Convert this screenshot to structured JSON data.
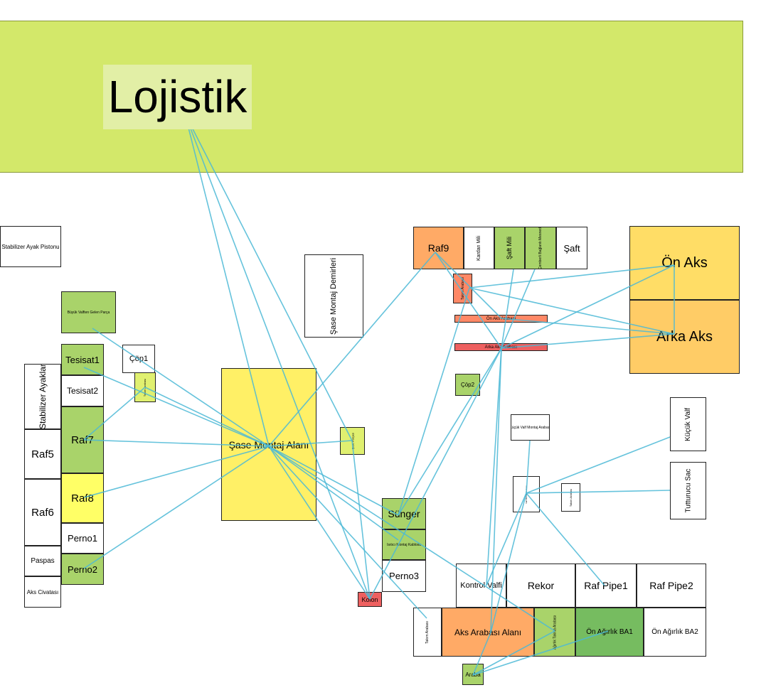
{
  "colors": {
    "lojistik_zone": "#d3e86a",
    "yellow": "#fff066",
    "bright_yellow": "#ffff66",
    "lime": "#e0f070",
    "green": "#a9d36a",
    "dark_green": "#76bc60",
    "orange": "#ffaa66",
    "light_orange": "#ffdd66",
    "salmon": "#ff8866",
    "red": "#ee6060",
    "link": "#4bb8d6"
  },
  "zone": {
    "title": "Lojistik"
  },
  "boxes": [
    {
      "id": "stabilizer-ayak-pistonu",
      "label": "Stabilizer Ayak Pistonu"
    },
    {
      "id": "buyuk-valften-gelen-parca",
      "label": "Büyük Valften Gelen Parça"
    },
    {
      "id": "tesisat1",
      "label": "Tesisat1"
    },
    {
      "id": "tesisat2",
      "label": "Tesisat2"
    },
    {
      "id": "stabilizer-ayaklar",
      "label": "Stabilizer Ayaklar"
    },
    {
      "id": "raf7",
      "label": "Raf7"
    },
    {
      "id": "raf5",
      "label": "Raf5"
    },
    {
      "id": "raf8",
      "label": "Raf8"
    },
    {
      "id": "raf6",
      "label": "Raf6"
    },
    {
      "id": "perno1",
      "label": "Perno1"
    },
    {
      "id": "paspas",
      "label": "Paspas"
    },
    {
      "id": "perno2",
      "label": "Perno2"
    },
    {
      "id": "aks-civatasi",
      "label": "Aks Civatası"
    },
    {
      "id": "cop1",
      "label": "Çöp1"
    },
    {
      "id": "takim-arabasi-left",
      "label": "Takım Arabası"
    },
    {
      "id": "sase-montaj-alani",
      "label": "Şase Montaj Alanı"
    },
    {
      "id": "sase-montaj-demirleri",
      "label": "Şase Montaj Demirleri"
    },
    {
      "id": "sase-parcasi",
      "label": "Şase Parçası"
    },
    {
      "id": "sunger",
      "label": "Sünger"
    },
    {
      "id": "isitici-montaj-kablosu",
      "label": "Isıtıcı Montaj Kablosu"
    },
    {
      "id": "perno3",
      "label": "Perno3"
    },
    {
      "id": "kolon",
      "label": "Kolon"
    },
    {
      "id": "raf9",
      "label": "Raf9"
    },
    {
      "id": "kardan-mili",
      "label": "Kardan Mili"
    },
    {
      "id": "saft-mili",
      "label": "Şaft Mili"
    },
    {
      "id": "cemberli-baglanti",
      "label": "Çemberli Bağlantı Mesnedi"
    },
    {
      "id": "saft",
      "label": "Şaft"
    },
    {
      "id": "takim-arabasi-top",
      "label": "Takım Arabası"
    },
    {
      "id": "on-aks-arabasi",
      "label": "Ön Aks Arabası"
    },
    {
      "id": "arka-aks-arabasi",
      "label": "Arka Aks Arabası"
    },
    {
      "id": "cop2",
      "label": "Çöp2"
    },
    {
      "id": "on-aks",
      "label": "Ön Aks"
    },
    {
      "id": "arka-aks",
      "label": "Arka Aks"
    },
    {
      "id": "kucuk-valf-montaj-arabasi",
      "label": "Küçük Valf Montaj Arabası"
    },
    {
      "id": "kucuk-valf",
      "label": "Küçük Valf"
    },
    {
      "id": "center-cart",
      "label": "Valf Montaj Arabası"
    },
    {
      "id": "takim-arabasi-right",
      "label": "Takım Arabası"
    },
    {
      "id": "tutturucu-sac",
      "label": "Tutturucu Sac"
    },
    {
      "id": "kontrol-valfi",
      "label": "Kontrol Valfi"
    },
    {
      "id": "rekor",
      "label": "Rekor"
    },
    {
      "id": "raf-pipe1",
      "label": "Raf Pipe1"
    },
    {
      "id": "raf-pipe2",
      "label": "Raf Pipe2"
    },
    {
      "id": "takim-arabasi-bottom",
      "label": "Takım Arabası"
    },
    {
      "id": "aks-arabasi-alani",
      "label": "Aks Arabası Alanı"
    },
    {
      "id": "agirlik-takma-arabasi",
      "label": "Ağırlık Takma Arabası"
    },
    {
      "id": "on-agirlik-ba1",
      "label": "Ön Ağırlık BA1"
    },
    {
      "id": "on-agirlik-ba2",
      "label": "Ön Ağırlık BA2"
    },
    {
      "id": "araba",
      "label": "Araba"
    }
  ],
  "links": [
    [
      "lojistik",
      "sase-montaj-alani"
    ],
    [
      "lojistik",
      "sase-parcasi"
    ],
    [
      "lojistik",
      "kolon"
    ],
    [
      "buyuk-valften-gelen-parca",
      "sase-montaj-alani"
    ],
    [
      "tesisat1",
      "sase-montaj-alani"
    ],
    [
      "takim-arabasi-left",
      "sase-montaj-alani"
    ],
    [
      "takim-arabasi-left",
      "raf7"
    ],
    [
      "raf7",
      "sase-montaj-alani"
    ],
    [
      "raf8",
      "sase-montaj-alani"
    ],
    [
      "perno2",
      "sase-montaj-alani"
    ],
    [
      "sase-montaj-alani",
      "sase-parcasi"
    ],
    [
      "sase-montaj-alani",
      "sunger"
    ],
    [
      "sase-montaj-alani",
      "isitici-montaj-kablosu"
    ],
    [
      "sase-montaj-alani",
      "kolon"
    ],
    [
      "sase-montaj-alani",
      "raf9"
    ],
    [
      "sase-montaj-alani",
      "takim-arabasi-bottom"
    ],
    [
      "sase-montaj-alani",
      "agirlik-takma-arabasi"
    ],
    [
      "sase-parcasi",
      "kolon"
    ],
    [
      "raf9",
      "on-aks-arabasi"
    ],
    [
      "raf9",
      "arka-aks-arabasi"
    ],
    [
      "takim-arabasi-top",
      "on-aks"
    ],
    [
      "takim-arabasi-top",
      "arka-aks"
    ],
    [
      "takim-arabasi-top",
      "sunger"
    ],
    [
      "on-aks-arabasi",
      "arka-aks"
    ],
    [
      "arka-aks-arabasi",
      "on-aks"
    ],
    [
      "arka-aks-arabasi",
      "arka-aks"
    ],
    [
      "arka-aks-arabasi",
      "kolon"
    ],
    [
      "arka-aks-arabasi",
      "sunger"
    ],
    [
      "arka-aks-arabasi",
      "kontrol-valfi"
    ],
    [
      "arka-aks-arabasi",
      "aks-arabasi-alani"
    ],
    [
      "saft-mili",
      "arka-aks-arabasi"
    ],
    [
      "cemberli-baglanti",
      "arka-aks-arabasi"
    ],
    [
      "center-cart",
      "kucuk-valf"
    ],
    [
      "center-cart",
      "tutturucu-sac"
    ],
    [
      "center-cart",
      "raf-pipe1"
    ],
    [
      "center-cart",
      "kontrol-valfi"
    ],
    [
      "center-cart",
      "aks-arabasi-alani"
    ],
    [
      "kucuk-valf-montaj-arabasi",
      "center-cart"
    ],
    [
      "on-aks",
      "arka-aks"
    ],
    [
      "araba",
      "aks-arabasi-alani"
    ],
    [
      "araba",
      "on-agirlik-ba1"
    ],
    [
      "araba",
      "agirlik-takma-arabasi"
    ]
  ]
}
